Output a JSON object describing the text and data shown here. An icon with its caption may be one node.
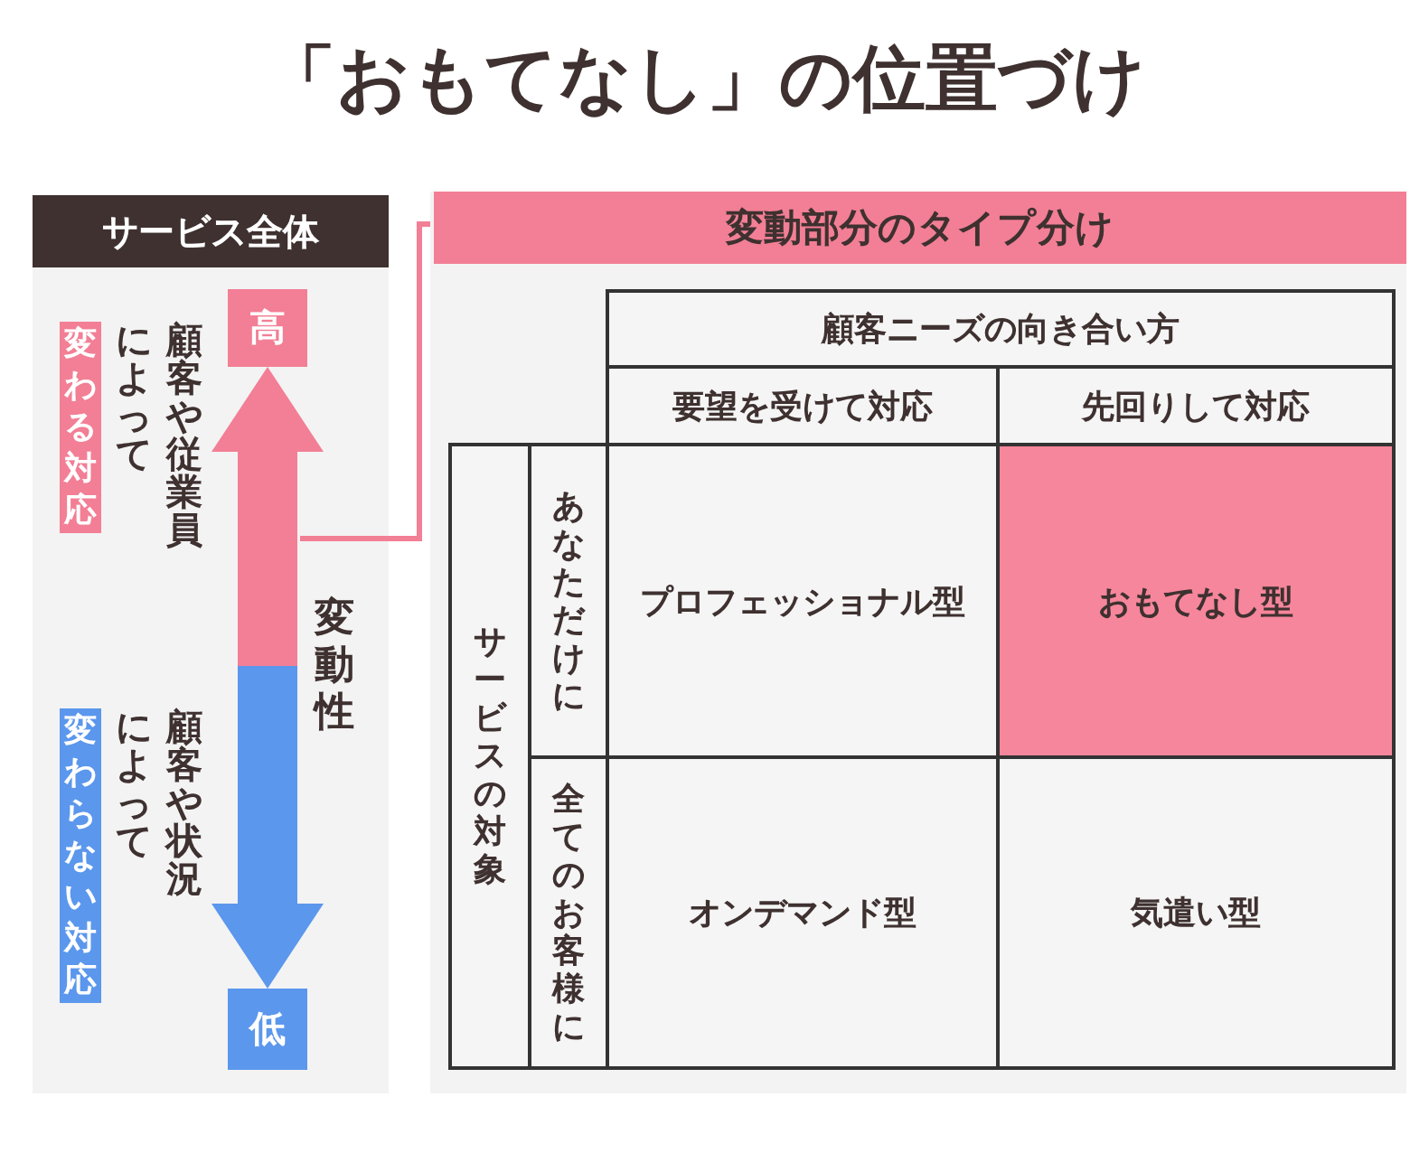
{
  "diagram": {
    "title": "「おもてなし」の位置づけ",
    "nodes": [
      {
        "text": [
          "サービス全体"
        ]
      },
      {
        "text": [
          "高"
        ],
        "in": 0
      },
      {
        "text": [
          "変わる対応"
        ],
        "in": 0,
        "beside": [
          "顧客や従業員によって"
        ]
      },
      {
        "text": [
          "変わらない対応"
        ],
        "in": 0,
        "beside": [
          "顧客や状況によって"
        ]
      },
      {
        "text": [
          "低"
        ],
        "in": 0
      },
      {
        "text": [
          "変動部分のタイプ分け"
        ]
      },
      {
        "text": [
          "顧客ニーズの向き合い方"
        ],
        "in": 5
      },
      {
        "text": [
          "要望を受けて対応"
        ],
        "in": 5
      },
      {
        "text": [
          "先回りして対応"
        ],
        "in": 5
      },
      {
        "text": [
          "サービスの対象"
        ],
        "in": 5
      },
      {
        "text": [
          "あなただけに"
        ],
        "in": 5
      },
      {
        "text": [
          "プロフェッショナル型"
        ],
        "in": 5
      },
      {
        "text": [
          "おもてなし型"
        ],
        "in": 5
      },
      {
        "text": [
          "全てのお客様に"
        ],
        "in": 5
      },
      {
        "text": [
          "オンデマンド型"
        ],
        "in": 5
      },
      {
        "text": [
          "気遣い型"
        ],
        "in": 5
      }
    ],
    "edges": [
      {
        "from": 4,
        "to": 1,
        "arrow": "both",
        "style": "thick",
        "label": "変動性"
      },
      {
        "from": null,
        "to": 5,
        "arrow": "none"
      }
    ]
  }
}
